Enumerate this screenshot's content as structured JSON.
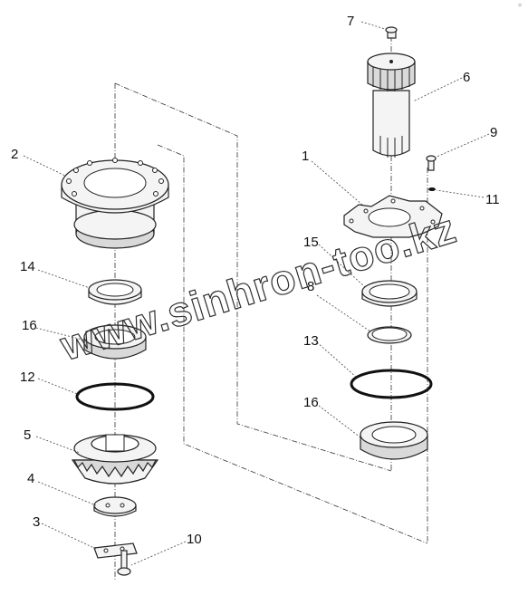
{
  "callouts": {
    "c1": "1",
    "c2": "2",
    "c3": "3",
    "c4": "4",
    "c5": "5",
    "c6": "6",
    "c7": "7",
    "c8": "8",
    "c9": "9",
    "c10": "10",
    "c11": "11",
    "c12": "12",
    "c13": "13",
    "c14": "14",
    "c15": "15",
    "c16a": "16",
    "c16b": "16"
  },
  "watermark": "www.sinhron-too.kz",
  "corner_mark": "=",
  "colors": {
    "line": "#222222",
    "fill": "#f4f4f4",
    "background": "#ffffff"
  }
}
